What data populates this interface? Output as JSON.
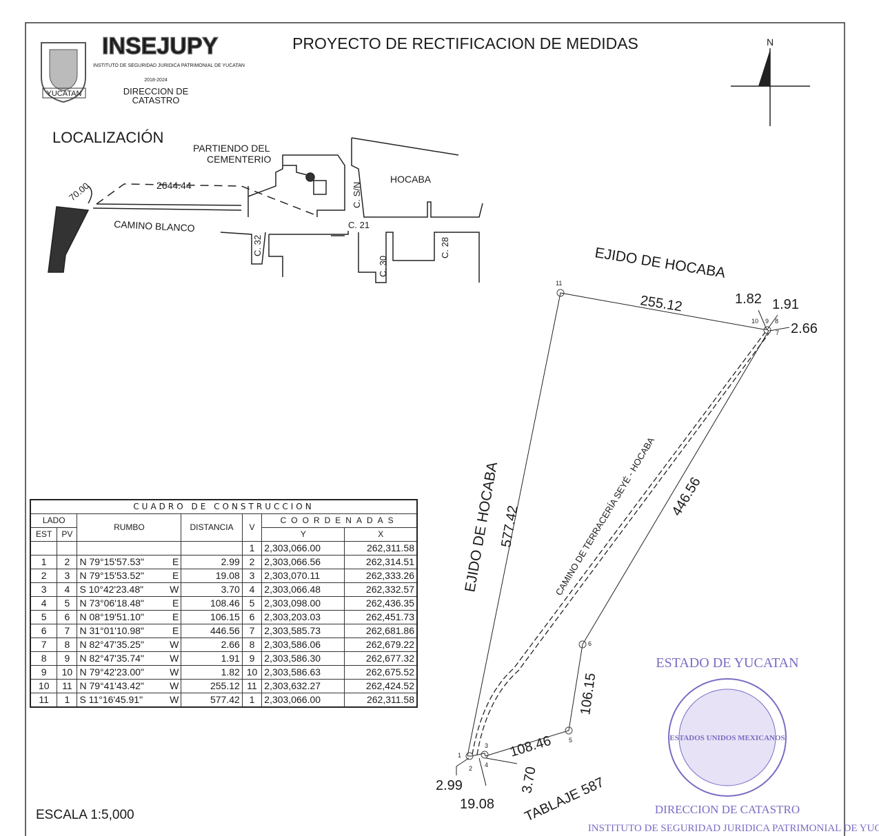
{
  "header": {
    "logo_state": "YUCATAN",
    "brand": "INSEJUPY",
    "institute": "INSTITUTO DE SEGURIDAD JURIDICA PATRIMONIAL DE YUCATAN",
    "period": "2018-2024",
    "direction_line1": "DIRECCION DE",
    "direction_line2": "CATASTRO",
    "title": "PROYECTO DE RECTIFICACION DE MEDIDAS",
    "north": "N"
  },
  "location": {
    "title": "LOCALIZACIÓN",
    "start_line1": "PARTIENDO DEL",
    "start_line2": "CEMENTERIO",
    "distance": "2644.44",
    "offset": "70.00",
    "road": "CAMINO BLANCO",
    "town": "HOCABA",
    "streets": [
      "C. S/N",
      "C. 21",
      "C. 32",
      "C. 30",
      "C. 28"
    ]
  },
  "plan": {
    "north_neighbor": "EJIDO DE HOCABA",
    "west_neighbor": "EJIDO DE HOCABA",
    "south_neighbor": "TABLAJE 587",
    "road_label": "CAMINO DE TERRACERÍA SEYÉ - HOCABA",
    "side_lengths": [
      "2.99",
      "19.08",
      "3.70",
      "108.46",
      "106.15",
      "446.56",
      "2.66",
      "1.91",
      "1.82",
      "255.12",
      "577.42"
    ],
    "vertices": [
      "1",
      "2",
      "3",
      "4",
      "5",
      "6",
      "7",
      "8",
      "9",
      "10",
      "11"
    ]
  },
  "table": {
    "title": "CUADRO DE CONSTRUCCION",
    "headers": {
      "lado": "LADO",
      "est": "EST",
      "pv": "PV",
      "rumbo": "RUMBO",
      "distancia": "DISTANCIA",
      "v": "V",
      "coordenadas": "COORDENADAS",
      "y": "Y",
      "x": "X"
    },
    "first_vertex": {
      "v": "1",
      "y": "2,303,066.00",
      "x": "262,311.58"
    },
    "rows": [
      {
        "est": "1",
        "pv": "2",
        "rumbo": "N 79°15'57.53\"",
        "dir": "E",
        "dist": "2.99",
        "v": "2",
        "y": "2,303,066.56",
        "x": "262,314.51"
      },
      {
        "est": "2",
        "pv": "3",
        "rumbo": "N 79°15'53.52\"",
        "dir": "E",
        "dist": "19.08",
        "v": "3",
        "y": "2,303,070.11",
        "x": "262,333.26"
      },
      {
        "est": "3",
        "pv": "4",
        "rumbo": "S 10°42'23.48\"",
        "dir": "W",
        "dist": "3.70",
        "v": "4",
        "y": "2,303,066.48",
        "x": "262,332.57"
      },
      {
        "est": "4",
        "pv": "5",
        "rumbo": "N 73°06'18.48\"",
        "dir": "E",
        "dist": "108.46",
        "v": "5",
        "y": "2,303,098.00",
        "x": "262,436.35"
      },
      {
        "est": "5",
        "pv": "6",
        "rumbo": "N 08°19'51.10\"",
        "dir": "E",
        "dist": "106.15",
        "v": "6",
        "y": "2,303,203.03",
        "x": "262,451.73"
      },
      {
        "est": "6",
        "pv": "7",
        "rumbo": "N 31°01'10.98\"",
        "dir": "E",
        "dist": "446.56",
        "v": "7",
        "y": "2,303,585.73",
        "x": "262,681.86"
      },
      {
        "est": "7",
        "pv": "8",
        "rumbo": "N 82°47'35.25\"",
        "dir": "W",
        "dist": "2.66",
        "v": "8",
        "y": "2,303,586.06",
        "x": "262,679.22"
      },
      {
        "est": "8",
        "pv": "9",
        "rumbo": "N 82°47'35.74\"",
        "dir": "W",
        "dist": "1.91",
        "v": "9",
        "y": "2,303,586.30",
        "x": "262,677.32"
      },
      {
        "est": "9",
        "pv": "10",
        "rumbo": "N 79°42'23.00\"",
        "dir": "W",
        "dist": "1.82",
        "v": "10",
        "y": "2,303,586.63",
        "x": "262,675.52"
      },
      {
        "est": "10",
        "pv": "11",
        "rumbo": "N 79°41'43.42\"",
        "dir": "W",
        "dist": "255.12",
        "v": "11",
        "y": "2,303,632.27",
        "x": "262,424.52"
      },
      {
        "est": "11",
        "pv": "1",
        "rumbo": "S 11°16'45.91\"",
        "dir": "W",
        "dist": "577.42",
        "v": "1",
        "y": "2,303,066.00",
        "x": "262,311.58"
      }
    ]
  },
  "scale": "ESCALA 1:5,000",
  "stamp": {
    "top": "ESTADO DE YUCATAN",
    "ring": "INSTITUTO DE SEGURIDAD JURIDICA PATRIMONIAL DE YUCATAN",
    "center": "ESTADOS UNIDOS MEXICANOS",
    "bottom": "DIRECCION DE CATASTRO"
  },
  "colors": {
    "ink": "#1a1a1a",
    "stamp": "#7a6bc4"
  }
}
